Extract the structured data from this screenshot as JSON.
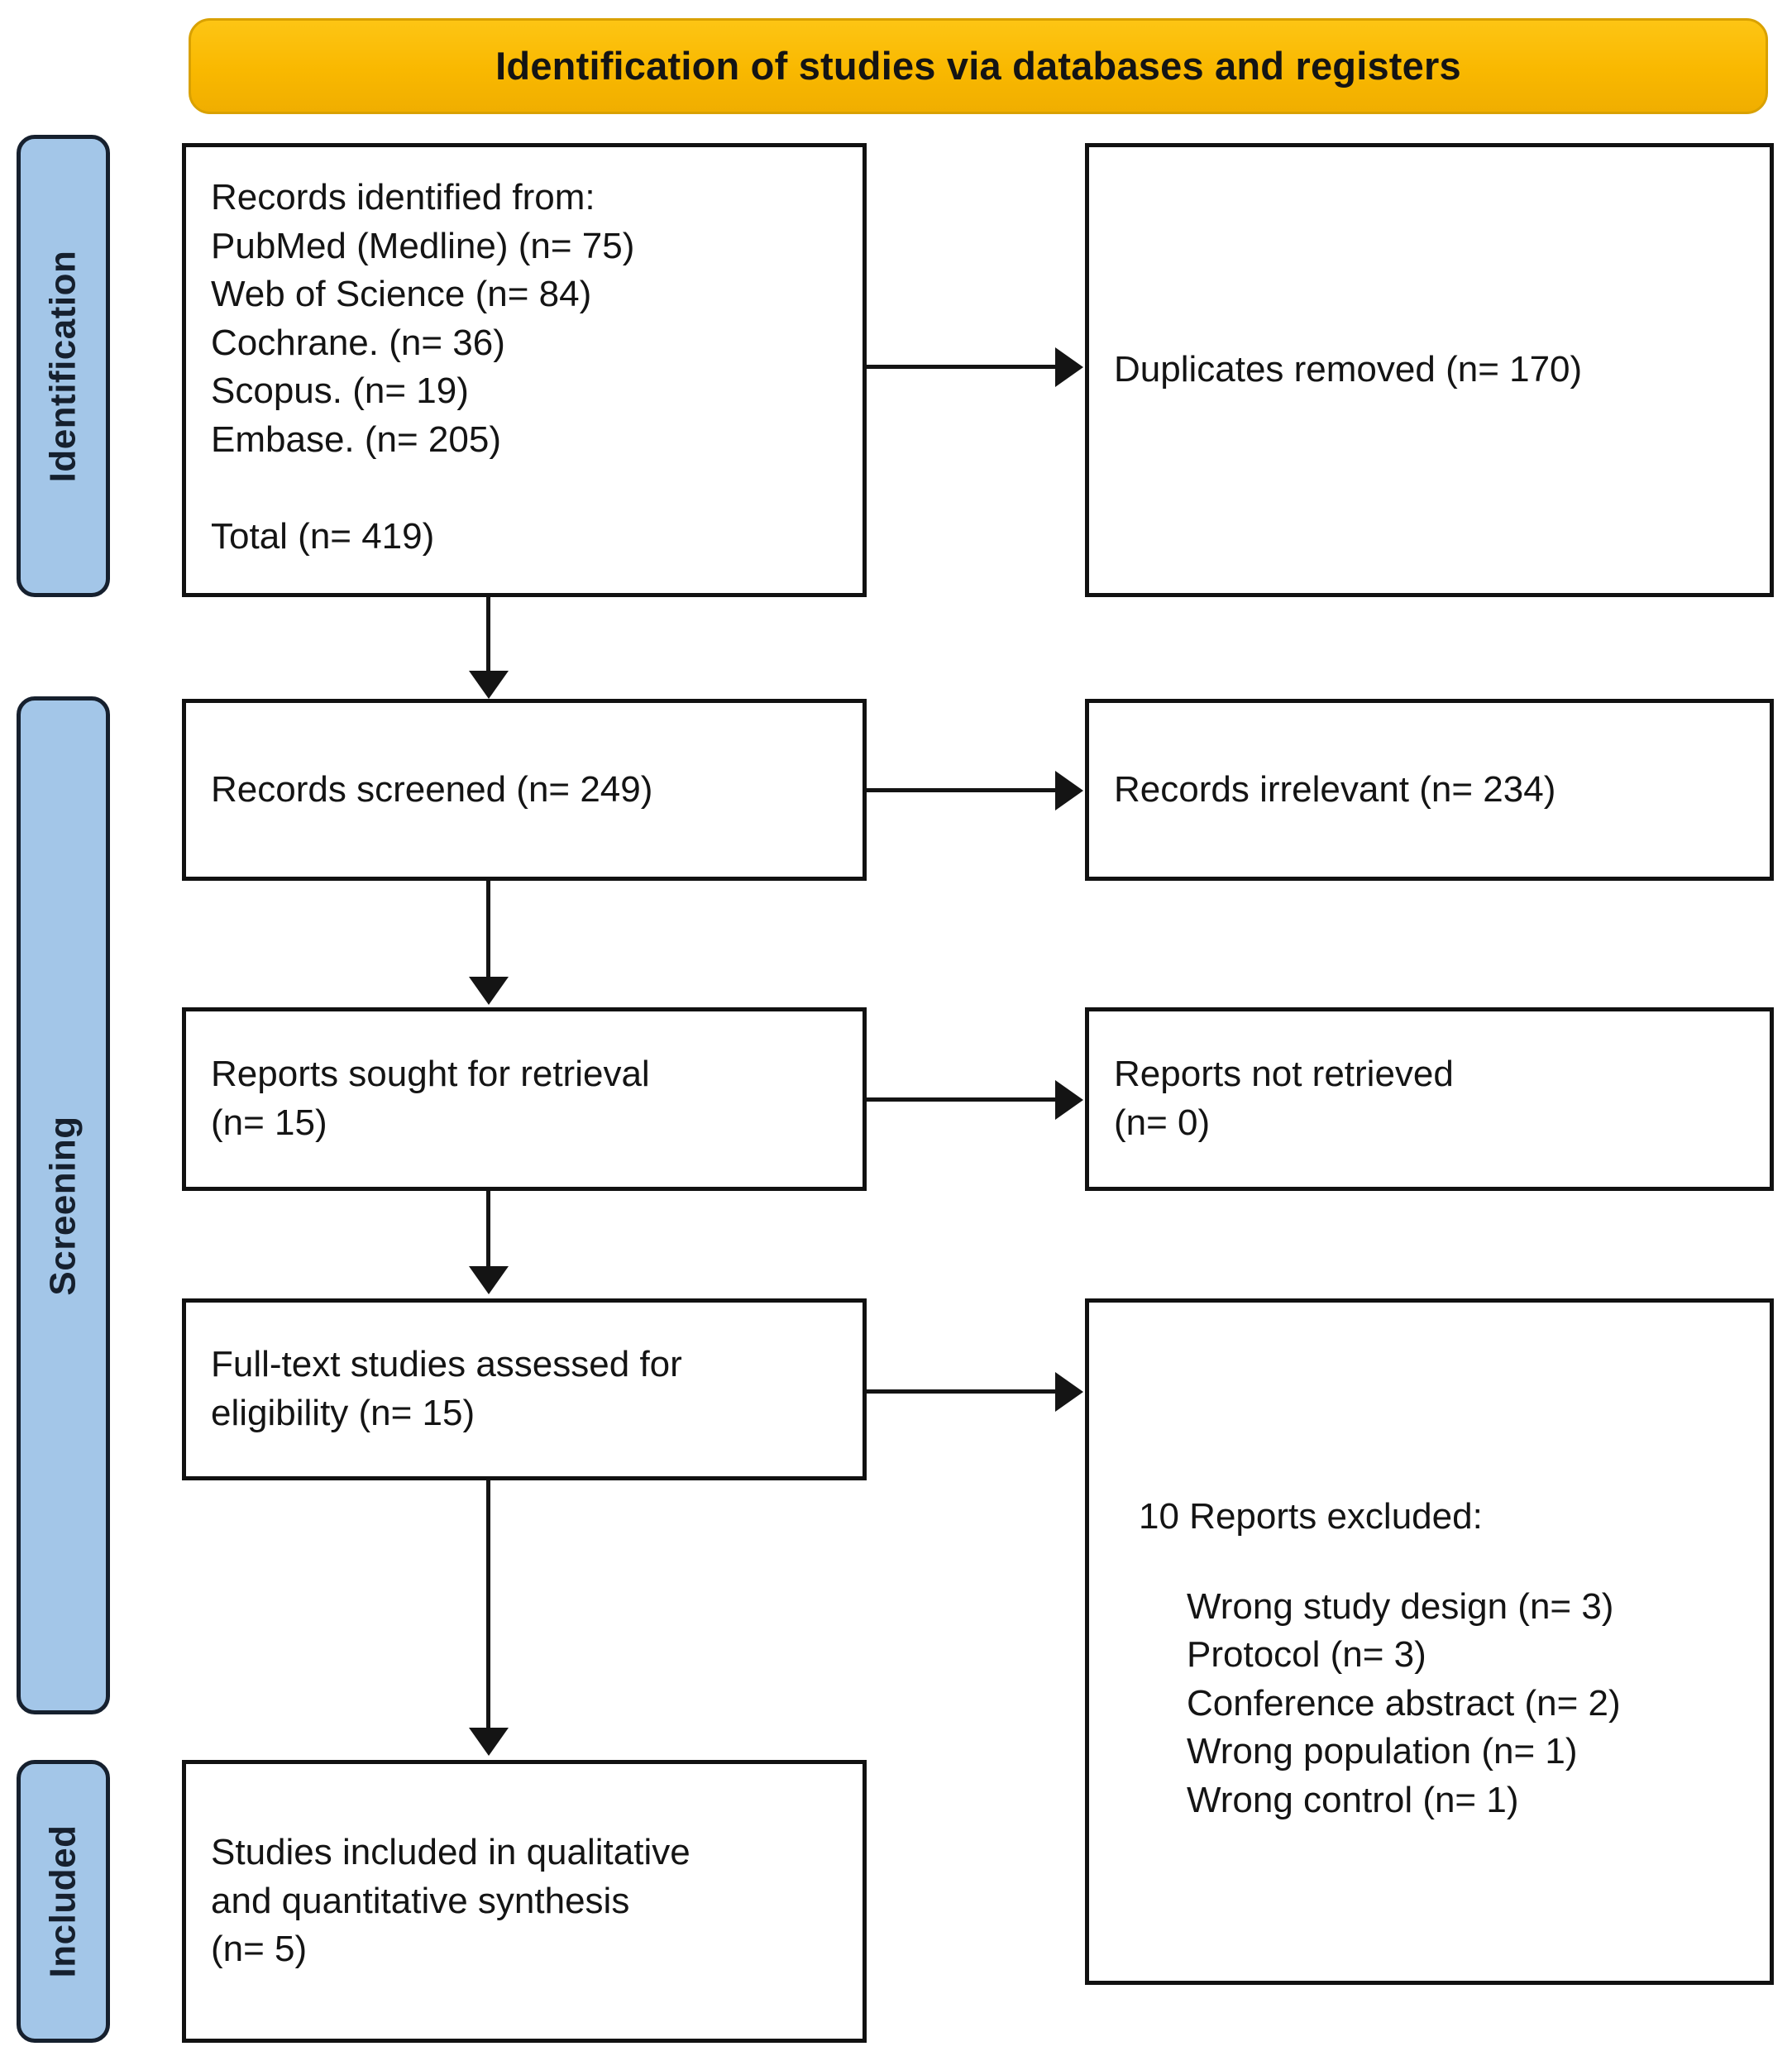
{
  "banner": {
    "title": "Identification of studies via databases and registers",
    "color": "#FBBF0A"
  },
  "phases": {
    "identification": "Identification",
    "screening": "Screening",
    "included": "Included",
    "color": "#A3C6E8"
  },
  "boxes": {
    "identified": {
      "text": "Records identified from:\nPubMed (Medline) (n= 75)\nWeb of Science (n= 84)\nCochrane. (n= 36)\nScopus. (n= 19)\nEmbase. (n= 205)\n\nTotal (n= 419)"
    },
    "duplicates": {
      "text": "Duplicates removed (n= 170)"
    },
    "screened": {
      "text": "Records screened (n= 249)"
    },
    "irrelevant": {
      "text": "Records irrelevant (n= 234)"
    },
    "sought": {
      "text": "Reports sought for retrieval\n(n= 15)"
    },
    "not_retrieved": {
      "text": "Reports not retrieved\n(n= 0)"
    },
    "fulltext": {
      "text": "Full-text studies assessed for\neligibility (n= 15)"
    },
    "excluded": {
      "heading": "10 Reports excluded:",
      "reasons": [
        "Wrong study design (n= 3)",
        "Protocol (n= 3)",
        "Conference abstract (n= 2)",
        "Wrong population (n= 1)",
        "Wrong control (n= 1)"
      ]
    },
    "included": {
      "text": "Studies included in qualitative\nand quantitative synthesis\n(n= 5)"
    }
  },
  "chart_data": {
    "type": "diagram",
    "title": "Identification of studies via databases and registers",
    "nodes": [
      {
        "id": "identified",
        "phase": "Identification",
        "column": "left",
        "label": "Records identified from",
        "total": 419,
        "sources": [
          {
            "name": "PubMed (Medline)",
            "n": 75
          },
          {
            "name": "Web of Science",
            "n": 84
          },
          {
            "name": "Cochrane.",
            "n": 36
          },
          {
            "name": "Scopus.",
            "n": 19
          },
          {
            "name": "Embase.",
            "n": 205
          }
        ]
      },
      {
        "id": "duplicates",
        "phase": "Identification",
        "column": "right",
        "label": "Duplicates removed",
        "n": 170
      },
      {
        "id": "screened",
        "phase": "Screening",
        "column": "left",
        "label": "Records screened",
        "n": 249
      },
      {
        "id": "irrelevant",
        "phase": "Screening",
        "column": "right",
        "label": "Records irrelevant",
        "n": 234
      },
      {
        "id": "sought",
        "phase": "Screening",
        "column": "left",
        "label": "Reports sought for retrieval",
        "n": 15
      },
      {
        "id": "not_retrieved",
        "phase": "Screening",
        "column": "right",
        "label": "Reports not retrieved",
        "n": 0
      },
      {
        "id": "fulltext",
        "phase": "Screening",
        "column": "left",
        "label": "Full-text studies assessed for eligibility",
        "n": 15
      },
      {
        "id": "excluded",
        "phase": "Screening",
        "column": "right",
        "label": "Reports excluded",
        "n": 10,
        "reasons": [
          {
            "name": "Wrong study design",
            "n": 3
          },
          {
            "name": "Protocol",
            "n": 3
          },
          {
            "name": "Conference abstract",
            "n": 2
          },
          {
            "name": "Wrong population",
            "n": 1
          },
          {
            "name": "Wrong control",
            "n": 1
          }
        ]
      },
      {
        "id": "included",
        "phase": "Included",
        "column": "left",
        "label": "Studies included in qualitative and quantitative synthesis",
        "n": 5
      }
    ],
    "edges": [
      {
        "from": "identified",
        "to": "duplicates",
        "direction": "right"
      },
      {
        "from": "identified",
        "to": "screened",
        "direction": "down"
      },
      {
        "from": "screened",
        "to": "irrelevant",
        "direction": "right"
      },
      {
        "from": "screened",
        "to": "sought",
        "direction": "down"
      },
      {
        "from": "sought",
        "to": "not_retrieved",
        "direction": "right"
      },
      {
        "from": "sought",
        "to": "fulltext",
        "direction": "down"
      },
      {
        "from": "fulltext",
        "to": "excluded",
        "direction": "right"
      },
      {
        "from": "fulltext",
        "to": "included",
        "direction": "down"
      }
    ]
  }
}
